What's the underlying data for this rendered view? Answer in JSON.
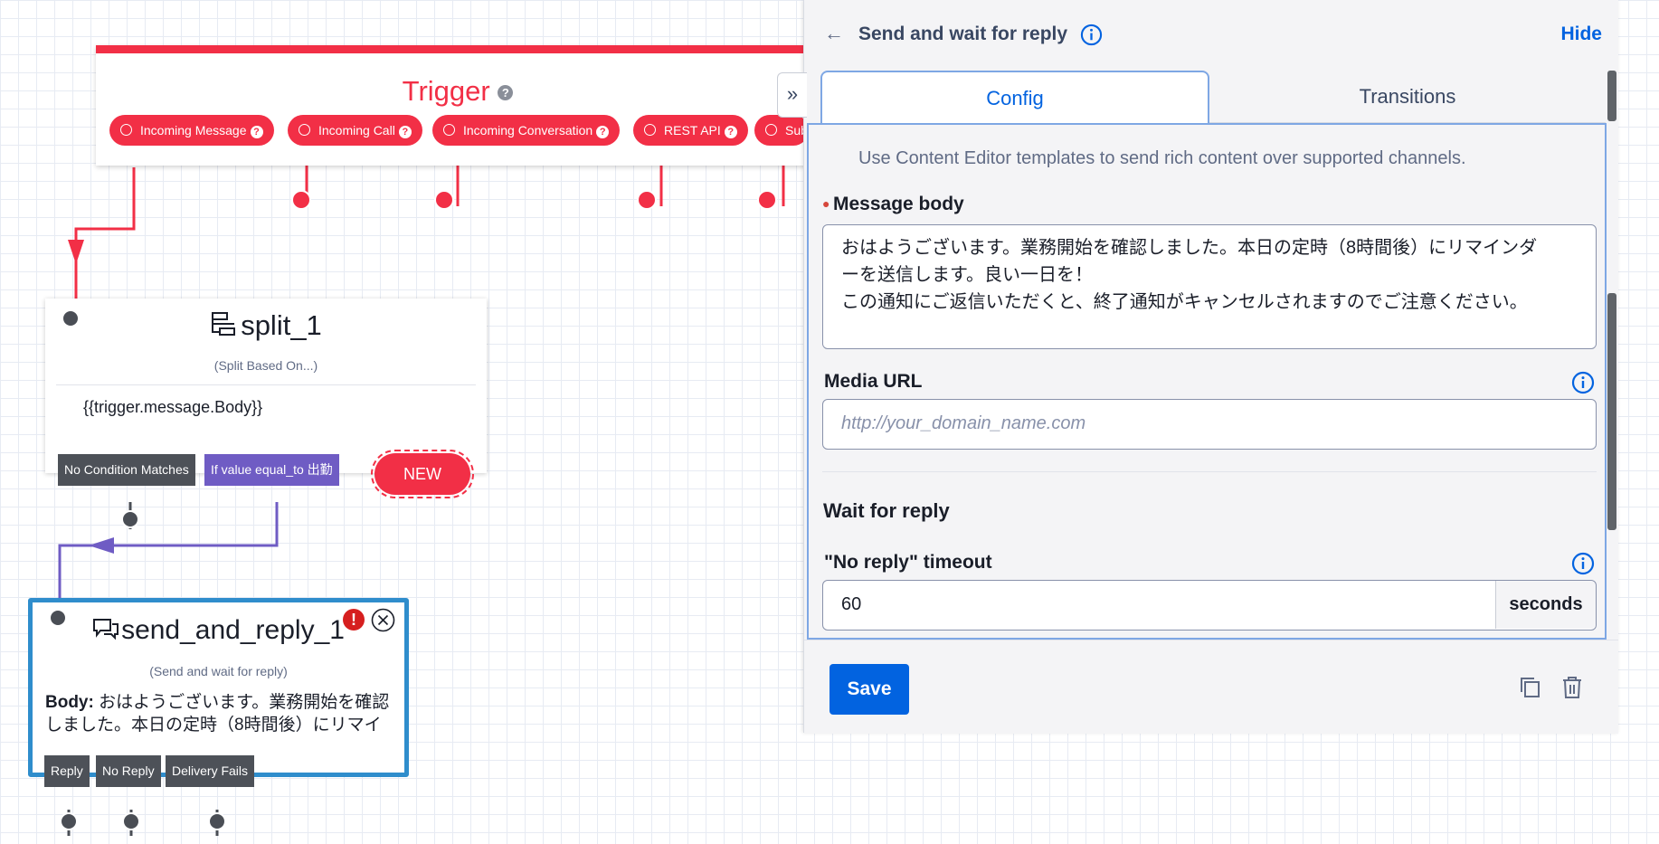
{
  "trigger": {
    "title": "Trigger",
    "help": "?",
    "pills": [
      "Incoming Message",
      "Incoming Call",
      "Incoming Conversation",
      "REST API",
      "Sub"
    ]
  },
  "split": {
    "title": "split_1",
    "subtitle": "(Split Based On...)",
    "body": "{{trigger.message.Body}}",
    "transitions": [
      "No Condition Matches",
      "If value equal_to 出勤"
    ],
    "new_label": "NEW"
  },
  "send": {
    "title": "send_and_reply_1",
    "subtitle": "(Send and wait for reply)",
    "body_label": "Body:",
    "body": " おはようございます。業務開始を確認しました。本日の定時（8時間後）にリマイ",
    "transitions": [
      "Reply",
      "No Reply",
      "Delivery Fails"
    ],
    "error_mark": "!"
  },
  "panel": {
    "back": "←",
    "title": "Send and wait for reply",
    "hide": "Hide",
    "collapse": "»",
    "tabs": [
      "Config",
      "Transitions"
    ],
    "template_note": "Use Content Editor templates to send rich content over supported channels.",
    "message_label": "Message body",
    "message_lines": [
      "おはようございます。業務開始を確認しました。本日の定時（8時間後）にリマインダ",
      "ーを送信します。良い一日を！",
      "この通知にご返信いただくと、終了通知がキャンセルされますのでご注意ください。"
    ],
    "media_label": "Media URL",
    "media_placeholder": "http://your_domain_name.com",
    "wait_heading": "Wait for reply",
    "timeout_label": "\"No reply\" timeout",
    "timeout_value": "60",
    "timeout_unit": "seconds",
    "save": "Save"
  },
  "colors": {
    "trigger_red": "#f22f46",
    "selected_blue": "#2f8dcc",
    "purple": "#6f5cc4",
    "link_blue": "#0263e0"
  }
}
